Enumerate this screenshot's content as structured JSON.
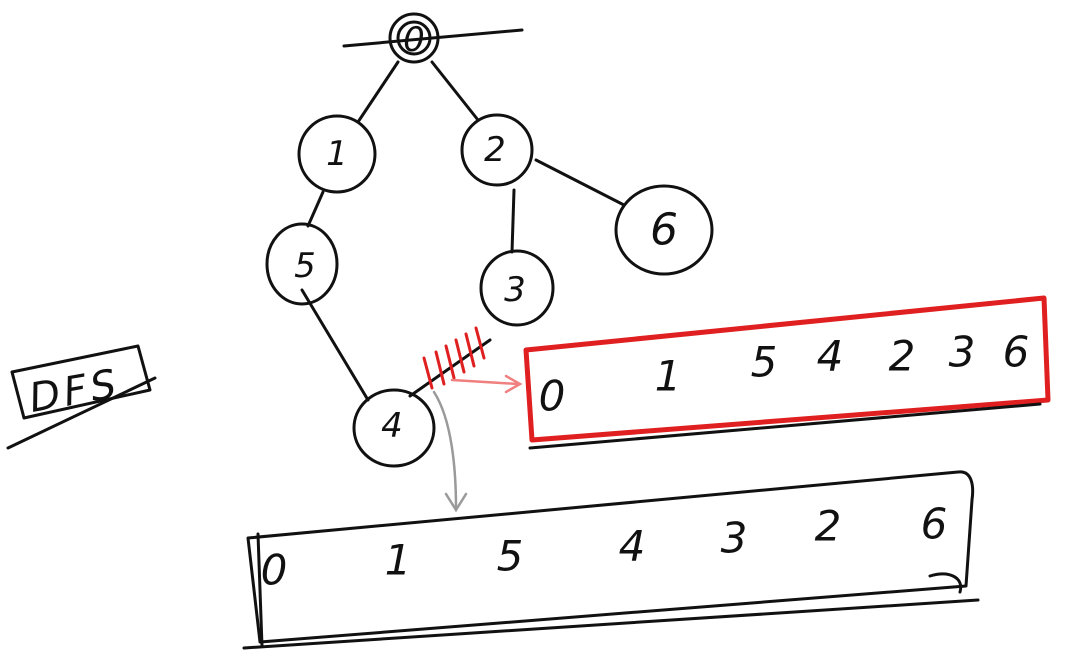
{
  "label": "DFS",
  "colors": {
    "ink": "#111111",
    "highlight": "#e02020",
    "arrow_red": "#f08080",
    "arrow_gray": "#9a9a9a"
  },
  "tree": {
    "nodes": [
      "0",
      "1",
      "2",
      "5",
      "3",
      "6",
      "4"
    ]
  },
  "sequence_red": [
    "0",
    "1",
    "5",
    "4",
    "2",
    "3",
    "6"
  ],
  "sequence_bottom": [
    "0",
    "1",
    "5",
    "4",
    "3",
    "2",
    "6"
  ]
}
